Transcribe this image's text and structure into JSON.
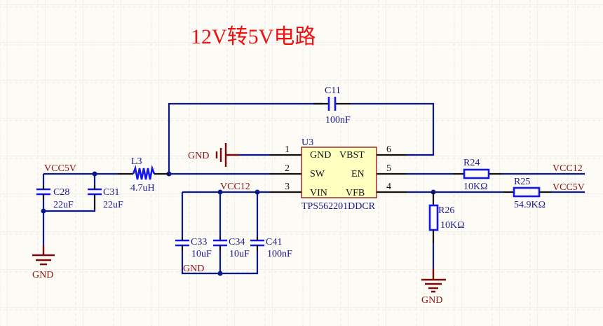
{
  "title": "12V转5V电路",
  "colors": {
    "background": "#fdfbf5",
    "grid": "#ece8e0",
    "wire": "#0b1a8a",
    "component": "#1515ee",
    "net_label": "#8b1010",
    "title": "#ee1111",
    "ic_fill": "#ffffc0",
    "ic_border": "#8b1010"
  },
  "ic": {
    "designator": "U3",
    "part": "TPS562201DDCR",
    "pins": [
      {
        "num": "1",
        "name": "GND"
      },
      {
        "num": "2",
        "name": "SW"
      },
      {
        "num": "3",
        "name": "VIN"
      },
      {
        "num": "6",
        "name": "VBST"
      },
      {
        "num": "5",
        "name": "EN"
      },
      {
        "num": "4",
        "name": "VFB"
      }
    ]
  },
  "components": {
    "C11": {
      "ref": "C11",
      "value": "100nF"
    },
    "L3": {
      "ref": "L3",
      "value": "4.7uH"
    },
    "C28": {
      "ref": "C28",
      "value": "22uF"
    },
    "C31": {
      "ref": "C31",
      "value": "22uF"
    },
    "C33": {
      "ref": "C33",
      "value": "10uF"
    },
    "C34": {
      "ref": "C34",
      "value": "10uF"
    },
    "C41": {
      "ref": "C41",
      "value": "100nF"
    },
    "R24": {
      "ref": "R24",
      "value": "10KΩ"
    },
    "R25": {
      "ref": "R25",
      "value": "54.9KΩ"
    },
    "R26": {
      "ref": "R26",
      "value": "10KΩ"
    }
  },
  "nets": {
    "vcc5v_left": "VCC5V",
    "vcc12_input": "VCC12",
    "vcc12_right": "VCC12",
    "vcc5v_right": "VCC5V",
    "gnd_pin1": "GND",
    "gnd_left": "GND",
    "gnd_caps": "GND",
    "gnd_r26": "GND"
  }
}
